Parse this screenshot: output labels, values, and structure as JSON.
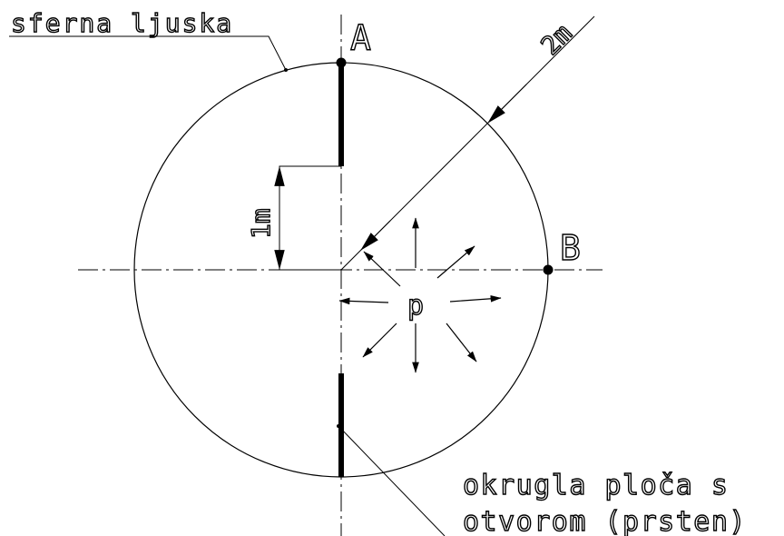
{
  "labels": {
    "shell": "sferna ljuska",
    "point_a": "A",
    "point_b": "B",
    "radius": "2m",
    "height": "1m",
    "pressure": "p",
    "plate_line1": "okrugla ploča s",
    "plate_line2": "otvorom (prsten)"
  },
  "colors": {
    "ink": "#000000",
    "background": "#ffffff"
  }
}
